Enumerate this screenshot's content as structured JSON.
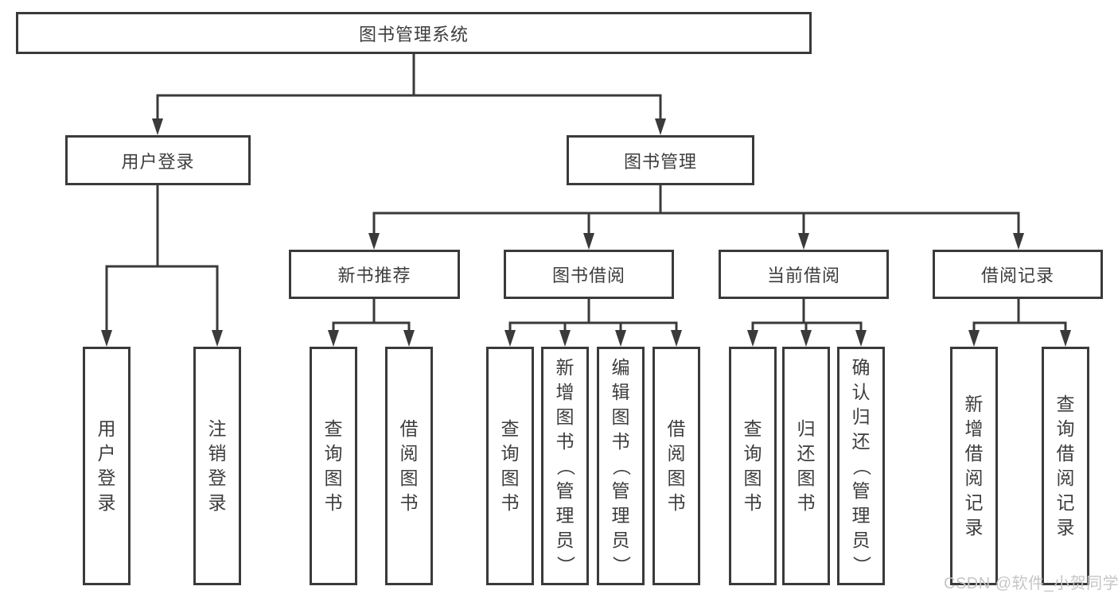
{
  "page": {
    "background": "#ffffff",
    "watermark": {
      "text": "CSDN @软件_小贺同学",
      "color": "#c6c6c6"
    }
  },
  "colors": {
    "line": "#3a3a3a",
    "box_border": "#3a3a3a",
    "text": "#3d3d3d"
  },
  "tree": {
    "root": {
      "label": "图书管理系统"
    },
    "user_login": {
      "label": "用户登录",
      "children": [
        {
          "label": "用户登录"
        },
        {
          "label": "注销登录"
        }
      ]
    },
    "book_management": {
      "label": "图书管理",
      "children": [
        {
          "label": "新书推荐",
          "children": [
            {
              "label": "查询图书"
            },
            {
              "label": "借阅图书"
            }
          ]
        },
        {
          "label": "图书借阅",
          "children": [
            {
              "label": "查询图书"
            },
            {
              "label": "新增图书（管理员）"
            },
            {
              "label": "编辑图书（管理员）"
            },
            {
              "label": "借阅图书"
            }
          ]
        },
        {
          "label": "当前借阅",
          "children": [
            {
              "label": "查询图书"
            },
            {
              "label": "归还图书"
            },
            {
              "label": "确认归还（管理员）"
            }
          ]
        },
        {
          "label": "借阅记录",
          "children": [
            {
              "label": "新增借阅记录"
            },
            {
              "label": "查询借阅记录"
            }
          ]
        }
      ]
    }
  }
}
